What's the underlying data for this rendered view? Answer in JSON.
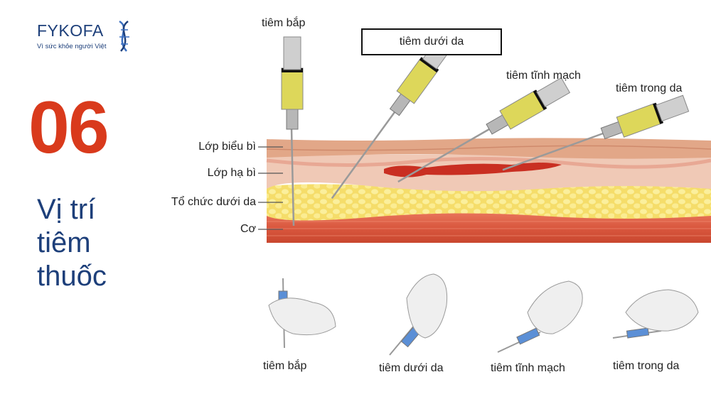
{
  "logo": {
    "brand": "FYKOFA",
    "tagline": "Vì sức khỏe người Việt",
    "icon": "helix-logo-icon"
  },
  "heading": {
    "number": "06",
    "title_lines": [
      "Vị trí",
      "tiêm",
      "thuốc"
    ]
  },
  "diagram": {
    "top_labels": {
      "im": "tiêm bắp",
      "subq": "tiêm dưới da",
      "iv": "tiêm tĩnh mạch",
      "id": "tiêm trong da"
    },
    "layers": [
      "Lớp biểu bì",
      "Lớp hạ bì",
      "Tổ chức dưới da",
      "Cơ"
    ],
    "bottom_labels": [
      "tiêm bắp",
      "tiêm dưới da",
      "tiêm tĩnh mạch",
      "tiêm trong da"
    ]
  },
  "colors": {
    "accent_red": "#d93a1c",
    "navy": "#1d3f7a",
    "epidermis": "#e2a788",
    "dermis": "#f0c9b6",
    "fat": "#f6e27a",
    "muscle": "#d9573e",
    "syringe_fluid": "#ddd75a"
  }
}
